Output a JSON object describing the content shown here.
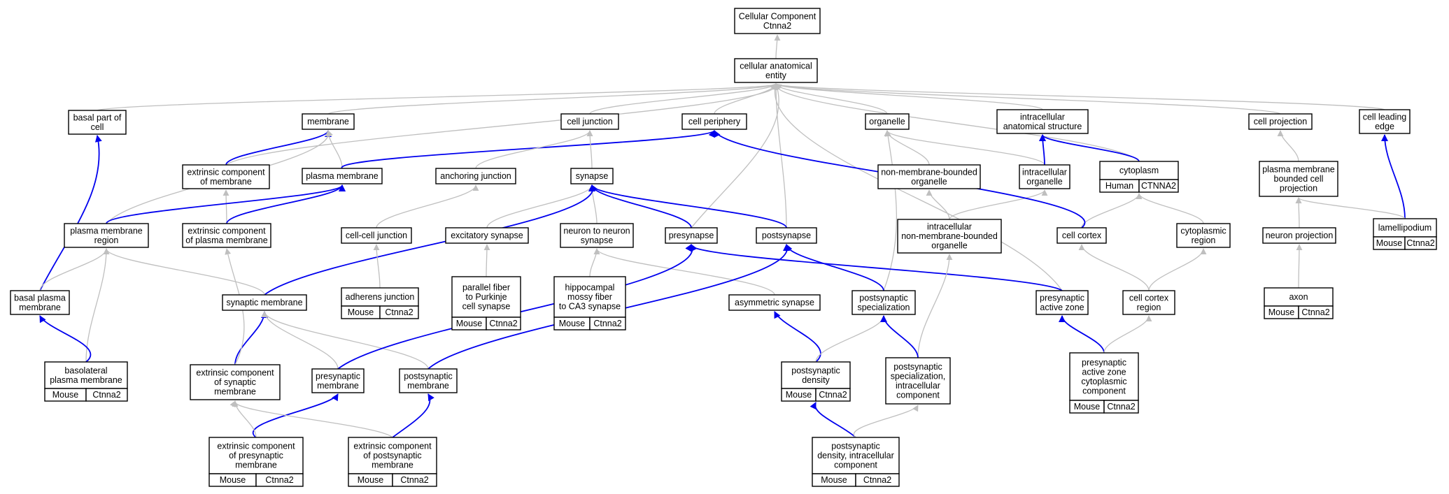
{
  "colors": {
    "grey_edge": "#bfbfbf",
    "blue_edge": "#0000ee",
    "mouse_badge": "#add8e6",
    "human_badge": "#fa6347",
    "node_border": "#000000"
  },
  "nodes": [
    {
      "id": "cc_root",
      "lines": [
        "Cellular Component",
        "Ctnna2"
      ]
    },
    {
      "id": "cae",
      "lines": [
        "cellular anatomical",
        "entity"
      ]
    },
    {
      "id": "basal_part",
      "lines": [
        "basal part of",
        "cell"
      ]
    },
    {
      "id": "membrane",
      "lines": [
        "membrane"
      ]
    },
    {
      "id": "cell_junction",
      "lines": [
        "cell junction"
      ]
    },
    {
      "id": "cell_periphery",
      "lines": [
        "cell periphery"
      ]
    },
    {
      "id": "organelle",
      "lines": [
        "organelle"
      ]
    },
    {
      "id": "ias",
      "lines": [
        "intracellular",
        "anatomical structure"
      ]
    },
    {
      "id": "cell_projection",
      "lines": [
        "cell projection"
      ]
    },
    {
      "id": "leading_edge",
      "lines": [
        "cell leading",
        "edge"
      ]
    },
    {
      "id": "ext_mem",
      "lines": [
        "extrinsic component",
        "of membrane"
      ]
    },
    {
      "id": "plasma_mem",
      "lines": [
        "plasma membrane"
      ]
    },
    {
      "id": "anchoring",
      "lines": [
        "anchoring junction"
      ]
    },
    {
      "id": "synapse",
      "lines": [
        "synapse"
      ]
    },
    {
      "id": "nmb_org",
      "lines": [
        "non-membrane-bounded",
        "organelle"
      ]
    },
    {
      "id": "ic_org",
      "lines": [
        "intracellular",
        "organelle"
      ]
    },
    {
      "id": "cytoplasm",
      "lines": [
        "cytoplasm"
      ],
      "badges": [
        {
          "label": "Human",
          "kind": "human"
        },
        {
          "label": "CTNNA2",
          "kind": "human"
        }
      ]
    },
    {
      "id": "pmbcp",
      "lines": [
        "plasma membrane",
        "bounded cell",
        "projection"
      ]
    },
    {
      "id": "pm_region",
      "lines": [
        "plasma membrane",
        "region"
      ]
    },
    {
      "id": "ext_pm",
      "lines": [
        "extrinsic component",
        "of plasma membrane"
      ]
    },
    {
      "id": "ccj",
      "lines": [
        "cell-cell junction"
      ]
    },
    {
      "id": "excit",
      "lines": [
        "excitatory synapse"
      ]
    },
    {
      "id": "n2n",
      "lines": [
        "neuron to neuron",
        "synapse"
      ]
    },
    {
      "id": "presynapse",
      "lines": [
        "presynapse"
      ]
    },
    {
      "id": "postsynapse",
      "lines": [
        "postsynapse"
      ]
    },
    {
      "id": "icnmb",
      "lines": [
        "intracellular",
        "non-membrane-bounded",
        "organelle"
      ]
    },
    {
      "id": "cortex",
      "lines": [
        "cell cortex"
      ]
    },
    {
      "id": "cyto_region",
      "lines": [
        "cytoplasmic",
        "region"
      ]
    },
    {
      "id": "neuron_proj",
      "lines": [
        "neuron projection"
      ]
    },
    {
      "id": "lamelli",
      "lines": [
        "lamellipodium"
      ],
      "badges": [
        {
          "label": "Mouse",
          "kind": "mouse"
        },
        {
          "label": "Ctnna2",
          "kind": "mouse"
        }
      ]
    },
    {
      "id": "basal_pm",
      "lines": [
        "basal plasma",
        "membrane"
      ]
    },
    {
      "id": "syn_mem",
      "lines": [
        "synaptic membrane"
      ]
    },
    {
      "id": "adherens",
      "lines": [
        "adherens junction"
      ],
      "badges": [
        {
          "label": "Mouse",
          "kind": "mouse"
        },
        {
          "label": "Ctnna2",
          "kind": "mouse"
        }
      ]
    },
    {
      "id": "pf_purk",
      "lines": [
        "parallel fiber",
        "to Purkinje",
        "cell synapse"
      ],
      "badges": [
        {
          "label": "Mouse",
          "kind": "mouse"
        },
        {
          "label": "Ctnna2",
          "kind": "mouse"
        }
      ]
    },
    {
      "id": "hippo",
      "lines": [
        "hippocampal",
        "mossy fiber",
        "to CA3 synapse"
      ],
      "badges": [
        {
          "label": "Mouse",
          "kind": "mouse"
        },
        {
          "label": "Ctnna2",
          "kind": "mouse"
        }
      ]
    },
    {
      "id": "asym",
      "lines": [
        "asymmetric synapse"
      ]
    },
    {
      "id": "post_spec",
      "lines": [
        "postsynaptic",
        "specialization"
      ]
    },
    {
      "id": "paz",
      "lines": [
        "presynaptic",
        "active zone"
      ]
    },
    {
      "id": "cortex_region",
      "lines": [
        "cell cortex",
        "region"
      ]
    },
    {
      "id": "axon",
      "lines": [
        "axon"
      ],
      "badges": [
        {
          "label": "Mouse",
          "kind": "mouse"
        },
        {
          "label": "Ctnna2",
          "kind": "mouse"
        }
      ]
    },
    {
      "id": "basolateral",
      "lines": [
        "basolateral",
        "plasma membrane"
      ],
      "badges": [
        {
          "label": "Mouse",
          "kind": "mouse"
        },
        {
          "label": "Ctnna2",
          "kind": "mouse"
        }
      ]
    },
    {
      "id": "ext_syn",
      "lines": [
        "extrinsic component",
        "of synaptic",
        "membrane"
      ]
    },
    {
      "id": "pre_mem",
      "lines": [
        "presynaptic",
        "membrane"
      ]
    },
    {
      "id": "post_mem",
      "lines": [
        "postsynaptic",
        "membrane"
      ]
    },
    {
      "id": "psd",
      "lines": [
        "postsynaptic",
        "density"
      ],
      "badges": [
        {
          "label": "Mouse",
          "kind": "mouse"
        },
        {
          "label": "Ctnna2",
          "kind": "mouse"
        }
      ]
    },
    {
      "id": "psic",
      "lines": [
        "postsynaptic",
        "specialization,",
        "intracellular",
        "component"
      ]
    },
    {
      "id": "paz_cyto",
      "lines": [
        "presynaptic",
        "active zone",
        "cytoplasmic",
        "component"
      ],
      "badges": [
        {
          "label": "Mouse",
          "kind": "mouse"
        },
        {
          "label": "Ctnna2",
          "kind": "mouse"
        }
      ]
    },
    {
      "id": "ext_pre",
      "lines": [
        "extrinsic component",
        "of presynaptic",
        "membrane"
      ],
      "badges": [
        {
          "label": "Mouse",
          "kind": "mouse"
        },
        {
          "label": "Ctnna2",
          "kind": "mouse"
        }
      ]
    },
    {
      "id": "ext_post",
      "lines": [
        "extrinsic component",
        "of postsynaptic",
        "membrane"
      ],
      "badges": [
        {
          "label": "Mouse",
          "kind": "mouse"
        },
        {
          "label": "Ctnna2",
          "kind": "mouse"
        }
      ]
    },
    {
      "id": "psd_ic",
      "lines": [
        "postsynaptic",
        "density, intracellular",
        "component"
      ],
      "badges": [
        {
          "label": "Mouse",
          "kind": "mouse"
        },
        {
          "label": "Ctnna2",
          "kind": "mouse"
        }
      ]
    }
  ],
  "edges": [
    {
      "from": "cae",
      "to": "cc_root",
      "color": "grey"
    },
    {
      "from": "basal_part",
      "to": "cae",
      "color": "grey"
    },
    {
      "from": "membrane",
      "to": "cae",
      "color": "grey"
    },
    {
      "from": "cell_junction",
      "to": "cae",
      "color": "grey"
    },
    {
      "from": "cell_periphery",
      "to": "cae",
      "color": "grey"
    },
    {
      "from": "organelle",
      "to": "cae",
      "color": "grey"
    },
    {
      "from": "ias",
      "to": "cae",
      "color": "grey"
    },
    {
      "from": "cell_projection",
      "to": "cae",
      "color": "grey"
    },
    {
      "from": "leading_edge",
      "to": "cae",
      "color": "grey"
    },
    {
      "from": "ext_mem",
      "to": "cae",
      "color": "grey"
    },
    {
      "from": "cytoplasm",
      "to": "cae",
      "color": "grey"
    },
    {
      "from": "presynapse",
      "to": "cae",
      "color": "grey"
    },
    {
      "from": "postsynapse",
      "to": "cae",
      "color": "grey"
    },
    {
      "from": "paz",
      "to": "cae",
      "color": "grey"
    },
    {
      "from": "ext_mem",
      "to": "membrane",
      "color": "blue"
    },
    {
      "from": "plasma_mem",
      "to": "membrane",
      "color": "grey"
    },
    {
      "from": "pm_region",
      "to": "membrane",
      "color": "grey"
    },
    {
      "from": "plasma_mem",
      "to": "cell_periphery",
      "color": "blue"
    },
    {
      "from": "anchoring",
      "to": "cell_junction",
      "color": "grey"
    },
    {
      "from": "synapse",
      "to": "cell_junction",
      "color": "grey"
    },
    {
      "from": "nmb_org",
      "to": "organelle",
      "color": "grey"
    },
    {
      "from": "ic_org",
      "to": "organelle",
      "color": "grey"
    },
    {
      "from": "post_spec",
      "to": "organelle",
      "color": "grey"
    },
    {
      "from": "ic_org",
      "to": "ias",
      "color": "blue"
    },
    {
      "from": "cytoplasm",
      "to": "ias",
      "color": "blue"
    },
    {
      "from": "pmbcp",
      "to": "cell_projection",
      "color": "grey"
    },
    {
      "from": "lamelli",
      "to": "leading_edge",
      "color": "blue"
    },
    {
      "from": "ext_pm",
      "to": "ext_mem",
      "color": "grey"
    },
    {
      "from": "pm_region",
      "to": "plasma_mem",
      "color": "blue"
    },
    {
      "from": "ext_pm",
      "to": "plasma_mem",
      "color": "blue"
    },
    {
      "from": "ccj",
      "to": "anchoring",
      "color": "grey"
    },
    {
      "from": "excit",
      "to": "synapse",
      "color": "grey"
    },
    {
      "from": "n2n",
      "to": "synapse",
      "color": "grey"
    },
    {
      "from": "presynapse",
      "to": "synapse",
      "color": "blue"
    },
    {
      "from": "postsynapse",
      "to": "synapse",
      "color": "blue"
    },
    {
      "from": "syn_mem",
      "to": "synapse",
      "color": "blue"
    },
    {
      "from": "icnmb",
      "to": "nmb_org",
      "color": "grey"
    },
    {
      "from": "icnmb",
      "to": "ic_org",
      "color": "grey"
    },
    {
      "from": "cortex",
      "to": "cytoplasm",
      "color": "grey"
    },
    {
      "from": "cyto_region",
      "to": "cytoplasm",
      "color": "grey"
    },
    {
      "from": "cortex",
      "to": "cell_periphery",
      "color": "blue"
    },
    {
      "from": "lamelli",
      "to": "pmbcp",
      "color": "grey"
    },
    {
      "from": "neuron_proj",
      "to": "pmbcp",
      "color": "grey"
    },
    {
      "from": "basal_pm",
      "to": "basal_part",
      "color": "blue"
    },
    {
      "from": "basal_pm",
      "to": "pm_region",
      "color": "grey"
    },
    {
      "from": "basolateral",
      "to": "pm_region",
      "color": "grey"
    },
    {
      "from": "syn_mem",
      "to": "pm_region",
      "color": "grey"
    },
    {
      "from": "adherens",
      "to": "ccj",
      "color": "grey"
    },
    {
      "from": "pf_purk",
      "to": "excit",
      "color": "grey"
    },
    {
      "from": "hippo",
      "to": "n2n",
      "color": "grey"
    },
    {
      "from": "asym",
      "to": "n2n",
      "color": "grey"
    },
    {
      "from": "post_spec",
      "to": "postsynapse",
      "color": "blue"
    },
    {
      "from": "paz",
      "to": "presynapse",
      "color": "blue"
    },
    {
      "from": "psic",
      "to": "icnmb",
      "color": "grey"
    },
    {
      "from": "cortex_region",
      "to": "cortex",
      "color": "grey"
    },
    {
      "from": "cortex_region",
      "to": "cyto_region",
      "color": "grey"
    },
    {
      "from": "axon",
      "to": "neuron_proj",
      "color": "grey"
    },
    {
      "from": "basolateral",
      "to": "basal_pm",
      "color": "blue"
    },
    {
      "from": "ext_syn",
      "to": "syn_mem",
      "color": "blue"
    },
    {
      "from": "pre_mem",
      "to": "syn_mem",
      "color": "grey"
    },
    {
      "from": "post_mem",
      "to": "syn_mem",
      "color": "grey"
    },
    {
      "from": "ext_syn",
      "to": "ext_pm",
      "color": "grey"
    },
    {
      "from": "pre_mem",
      "to": "presynapse",
      "color": "blue"
    },
    {
      "from": "post_mem",
      "to": "postsynapse",
      "color": "blue"
    },
    {
      "from": "psd",
      "to": "asym",
      "color": "blue"
    },
    {
      "from": "psd",
      "to": "post_spec",
      "color": "grey"
    },
    {
      "from": "psic",
      "to": "post_spec",
      "color": "blue"
    },
    {
      "from": "paz_cyto",
      "to": "paz",
      "color": "blue"
    },
    {
      "from": "paz_cyto",
      "to": "cortex_region",
      "color": "grey"
    },
    {
      "from": "ext_pre",
      "to": "pre_mem",
      "color": "blue"
    },
    {
      "from": "ext_pre",
      "to": "ext_syn",
      "color": "grey"
    },
    {
      "from": "ext_post",
      "to": "post_mem",
      "color": "blue"
    },
    {
      "from": "ext_post",
      "to": "ext_syn",
      "color": "grey"
    },
    {
      "from": "psd_ic",
      "to": "psd",
      "color": "blue"
    },
    {
      "from": "psd_ic",
      "to": "psic",
      "color": "grey"
    }
  ]
}
